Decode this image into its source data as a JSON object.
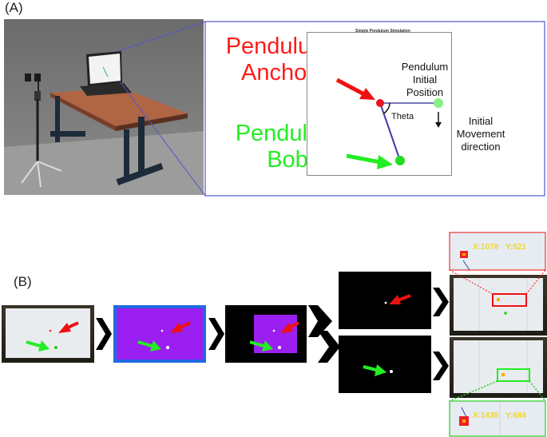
{
  "panel_a": {
    "label": "(A)",
    "sim_title": "Simple Pendulum Simulation",
    "anchor_label": "Pendulum Anchor",
    "bob_label": "Pendulum Bob",
    "initial_position_label": "Pendulum Initial Position",
    "theta_label": "Theta",
    "movement_label": "Initial Movement direction",
    "colors": {
      "anchor": "#e8141c",
      "bob": "#22dd22",
      "initial": "#88ee88",
      "link": "#4a4aa8"
    }
  },
  "panel_b": {
    "label": "(B)",
    "red_detection": {
      "x_label": "X:1078",
      "y_label": "Y:521"
    },
    "green_detection": {
      "x_label": "X:1439",
      "y_label": "Y:684"
    },
    "colors": {
      "mask_purple": "#9b1ff0",
      "arrow": "#000000",
      "coord_text": "#f3d62a"
    }
  }
}
